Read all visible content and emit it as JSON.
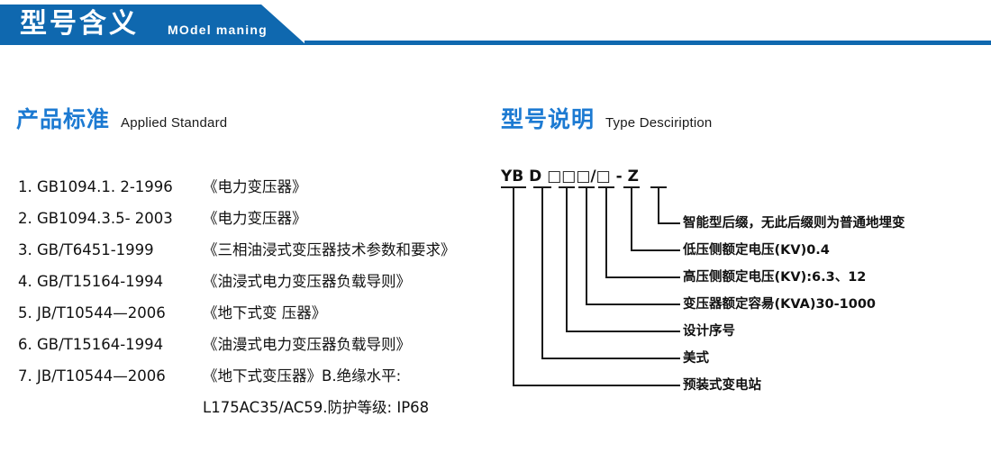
{
  "banner": {
    "title": "型号含义",
    "subtitle": "MOdel maning",
    "color": "#0F68AF"
  },
  "sections": {
    "left": {
      "cn": "产品标准",
      "en": "Applied Standard",
      "color": "#1C7AD2"
    },
    "right": {
      "cn": "型号说明",
      "en": "Type Desciription",
      "color": "#1C7AD2"
    }
  },
  "standards": [
    {
      "code": "1. GB1094.1. 2-1996",
      "name": "《电力变压器》"
    },
    {
      "code": "2. GB1094.3.5- 2003",
      "name": "《电力变压器》"
    },
    {
      "code": "3. GB/T6451-1999",
      "name": "《三相油浸式变压器技术参数和要求》"
    },
    {
      "code": "4. GB/T15164-1994",
      "name": "《油浸式电力变压器负载导则》"
    },
    {
      "code": "5. JB/T10544—2006",
      "name": "《地下式变 压器》"
    },
    {
      "code": "6. GB/T15164-1994",
      "name": "《油漫式电力变压器负载导则》"
    },
    {
      "code": "7. JB/T10544—2006",
      "name": "《地下式变压器》B.绝缘水平:"
    }
  ],
  "standards_continuation": "L175AC35/AC59.防护等级: IP68",
  "model_code": {
    "segments": [
      "YB",
      "D",
      "□",
      "□",
      "□",
      "/",
      "□",
      "-",
      "Z"
    ],
    "display": "YB D □□□/□ - Z"
  },
  "diagram_labels": [
    {
      "text": "智能型后缀，无此后缀则为普通地埋变"
    },
    {
      "text": "低压侧额定电压(KV)0.4"
    },
    {
      "text": "高压侧额定电压(KV):6.3、12"
    },
    {
      "text": "变压器额定容昜(KVA)30-1000"
    },
    {
      "text": "设计序号"
    },
    {
      "text": "美式"
    },
    {
      "text": "预装式变电站"
    }
  ]
}
